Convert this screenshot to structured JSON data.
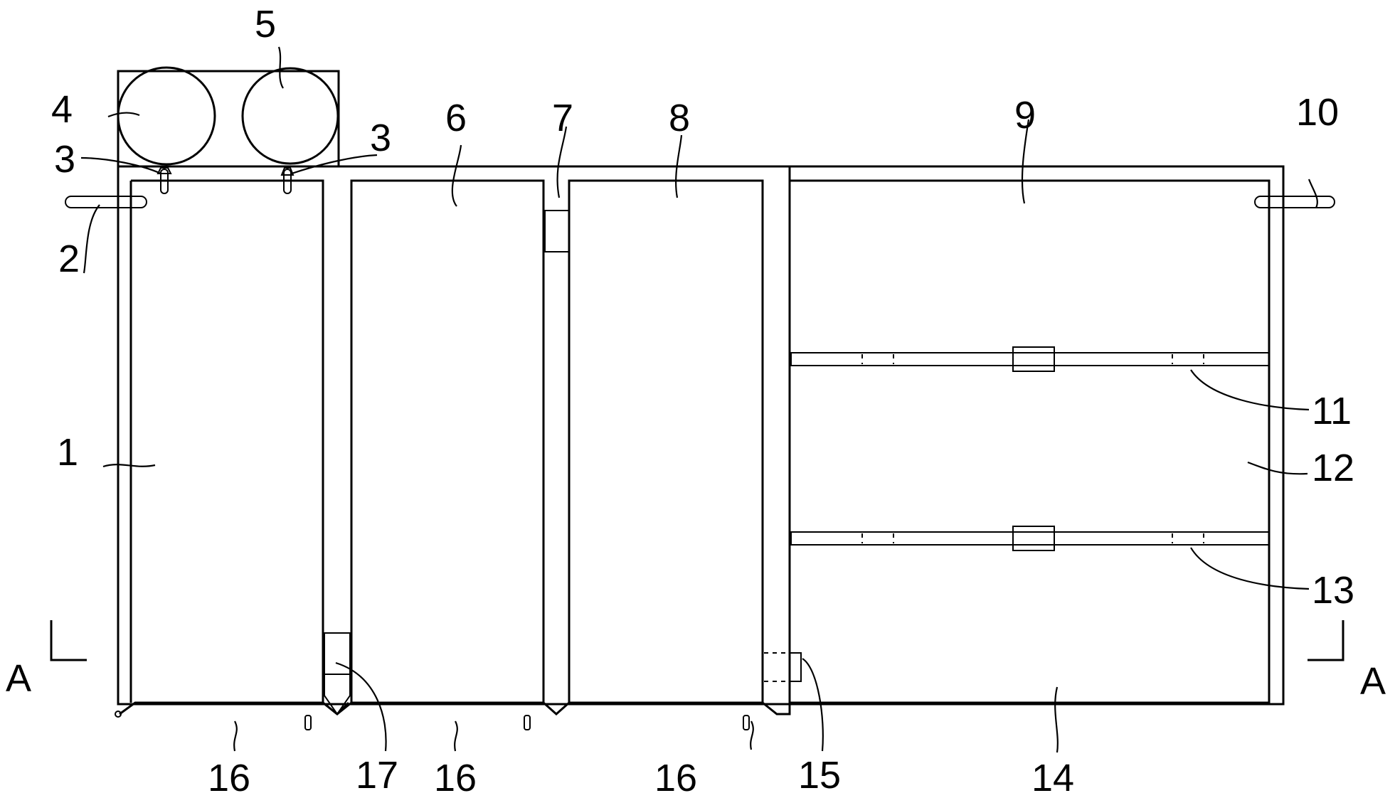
{
  "labels": {
    "l1": "1",
    "l2": "2",
    "l3a": "3",
    "l3b": "3",
    "l4": "4",
    "l5": "5",
    "l6": "6",
    "l7": "7",
    "l8": "8",
    "l9": "9",
    "l10": "10",
    "l11": "11",
    "l12": "12",
    "l13": "13",
    "l14": "14",
    "l15": "15",
    "l16a": "16",
    "l16b": "16",
    "l16c": "16",
    "l17": "17"
  },
  "section": {
    "left": "A",
    "right": "A"
  }
}
